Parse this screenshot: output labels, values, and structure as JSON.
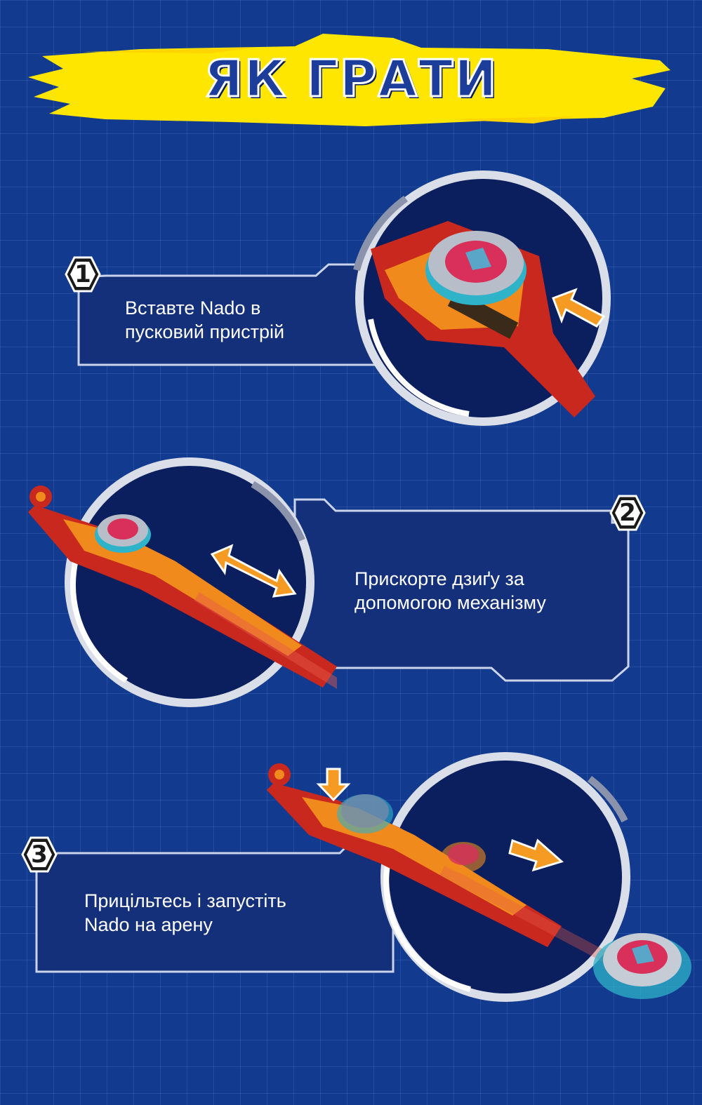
{
  "header": {
    "title": "ЯК ГРАТИ"
  },
  "colors": {
    "background": "#123a8e",
    "banner_yellow": "#ffe600",
    "panel": "#15307a",
    "frame_line": "#c9d3ea",
    "launcher_orange": "#f08a1c",
    "launcher_red": "#c8281e",
    "arrow_orange": "#f59a22",
    "top_teal": "#2fb3c8",
    "top_pink": "#d8305a"
  },
  "steps": [
    {
      "number": "1",
      "lines": [
        "Вставте Nado в",
        "пусковий пристрій"
      ],
      "icon": "insert-top-arrow-icon"
    },
    {
      "number": "2",
      "lines": [
        "Прискорте дзиґу за",
        "допомогою механізму"
      ],
      "icon": "double-arrow-icon"
    },
    {
      "number": "3",
      "lines": [
        "Прицільтесь і запустіть",
        "Nado на арену"
      ],
      "icon": "launch-arrow-icon"
    }
  ]
}
